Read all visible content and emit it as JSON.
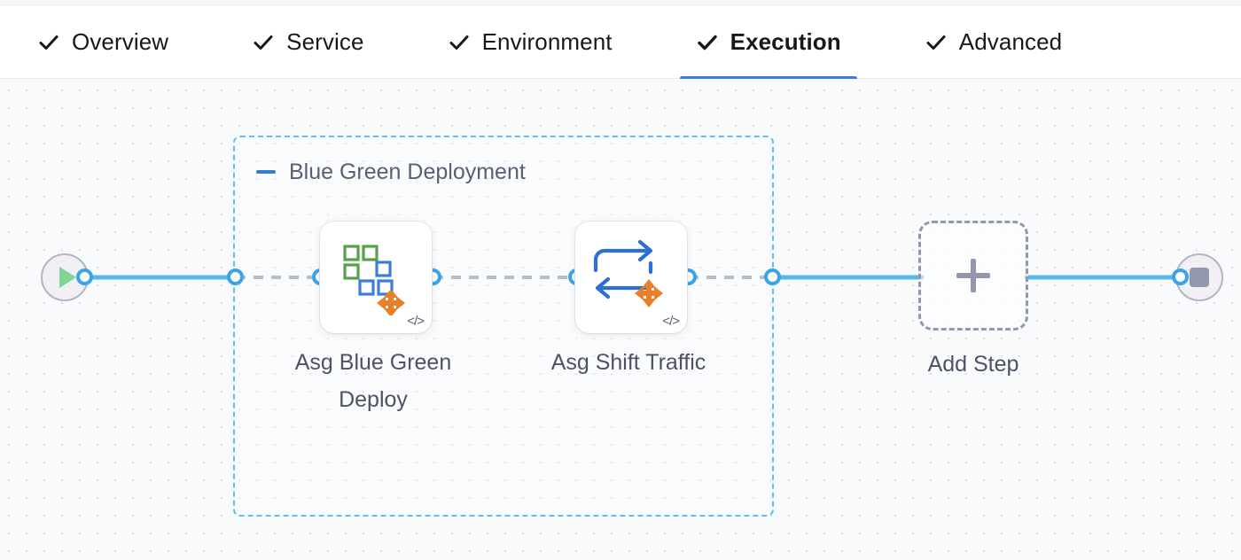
{
  "tabs": [
    {
      "label": "Overview",
      "icon": "check-icon",
      "active": false
    },
    {
      "label": "Service",
      "icon": "check-icon",
      "active": false
    },
    {
      "label": "Environment",
      "icon": "check-icon",
      "active": false
    },
    {
      "label": "Execution",
      "icon": "check-icon",
      "active": true
    },
    {
      "label": "Advanced",
      "icon": "check-icon",
      "active": false
    }
  ],
  "canvas": {
    "start_node": {
      "icon": "play-icon",
      "name": "pipeline-start"
    },
    "end_node": {
      "icon": "stop-icon",
      "name": "pipeline-end"
    },
    "group": {
      "title": "Blue Green Deployment",
      "collapse_icon": "minus-icon"
    },
    "steps": [
      {
        "label": "Asg Blue Green Deploy",
        "icon": "asg-blue-green-deploy-icon",
        "badge_icon": "code-icon",
        "badge_text": "</>"
      },
      {
        "label": "Asg Shift Traffic",
        "icon": "asg-shift-traffic-icon",
        "badge_icon": "code-icon",
        "badge_text": "</>"
      }
    ],
    "add_step": {
      "label": "Add Step",
      "icon": "plus-icon"
    }
  },
  "colors": {
    "accent_blue": "#3c7cd4",
    "port_blue": "#3ba3e8",
    "group_border": "#63bdf0",
    "edge_solid": "#5bb8ee",
    "edge_dashed": "#b9bdc9",
    "canvas_bg": "#f9fafc",
    "text_dark": "#16181d",
    "text_muted": "#4d5265",
    "green": "#57a14a",
    "blue_sq": "#3a7ddb",
    "orange": "#e8802a",
    "gray": "#9397ad"
  }
}
